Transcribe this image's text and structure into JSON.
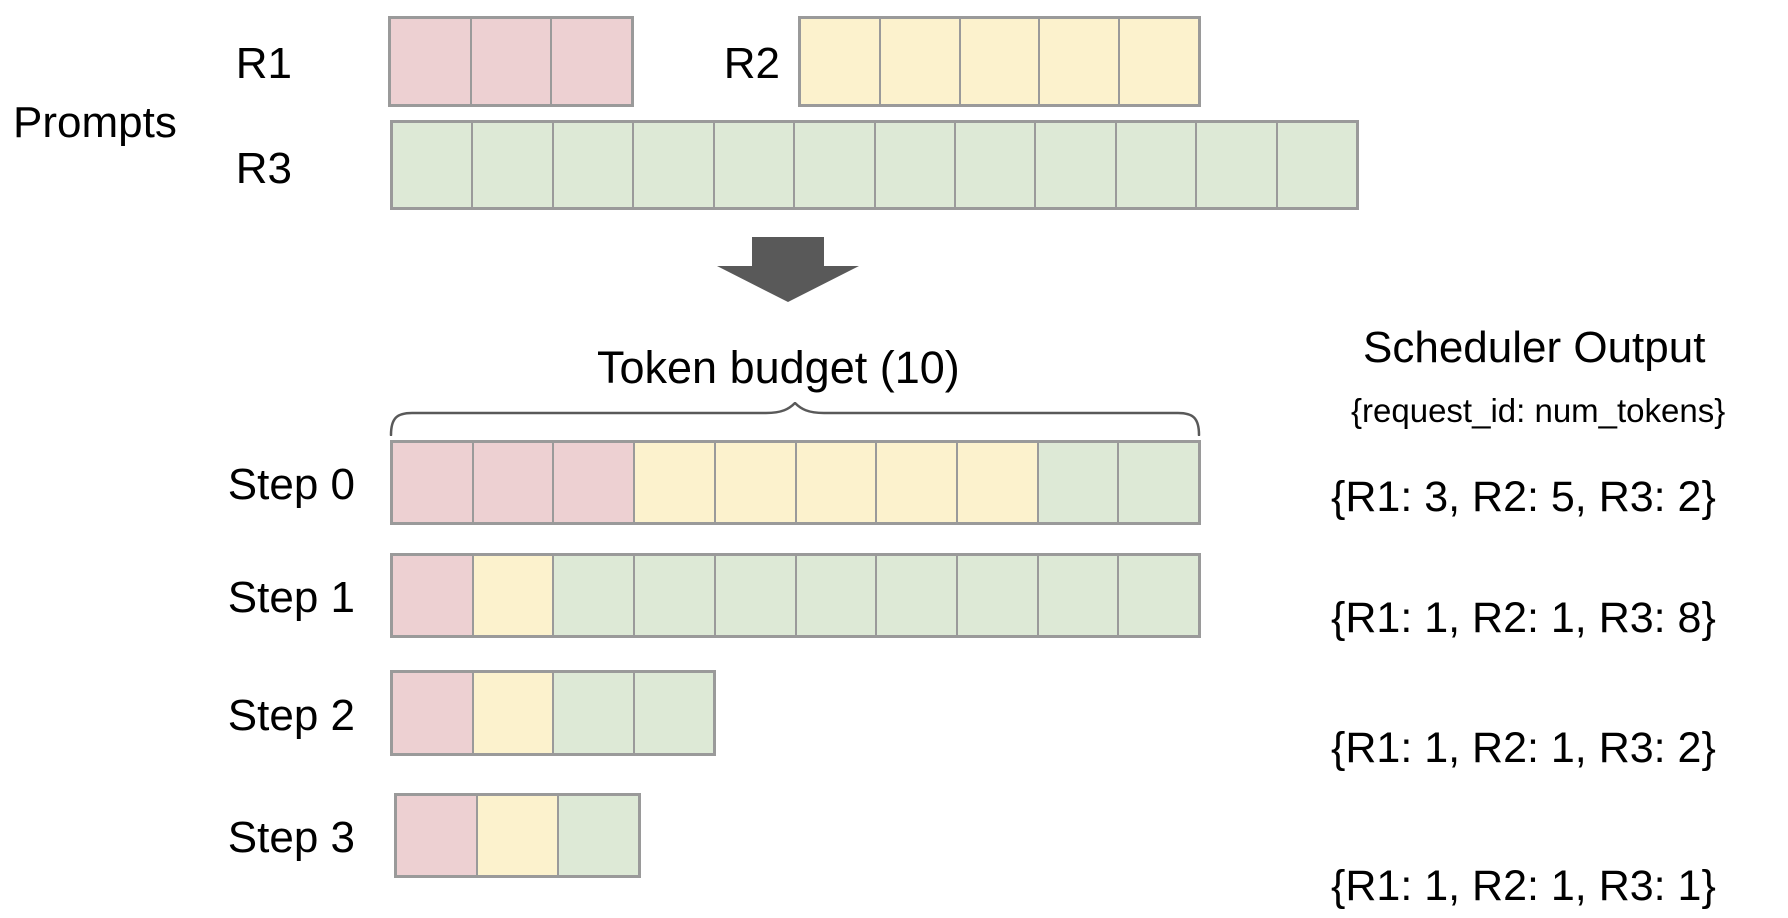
{
  "prompts": {
    "section_label": "Prompts",
    "rows": [
      {
        "id": "R1",
        "label": "R1",
        "segments": [
          {
            "request": "R1",
            "tokens": 3
          }
        ]
      },
      {
        "id": "R2",
        "label": "R2",
        "segments": [
          {
            "request": "R2",
            "tokens": 5
          }
        ]
      },
      {
        "id": "R3",
        "label": "R3",
        "segments": [
          {
            "request": "R3",
            "tokens": 12
          }
        ]
      }
    ]
  },
  "token_budget": {
    "label": "Token budget (10)",
    "value": 10
  },
  "scheduler": {
    "heading": "Scheduler Output",
    "subheading": "{request_id: num_tokens}"
  },
  "steps": [
    {
      "label": "Step 0",
      "segments": [
        {
          "request": "R1",
          "tokens": 3
        },
        {
          "request": "R2",
          "tokens": 5
        },
        {
          "request": "R3",
          "tokens": 2
        }
      ],
      "output": "{R1: 3, R2: 5, R3: 2}"
    },
    {
      "label": "Step 1",
      "segments": [
        {
          "request": "R1",
          "tokens": 1
        },
        {
          "request": "R2",
          "tokens": 1
        },
        {
          "request": "R3",
          "tokens": 8
        }
      ],
      "output": "{R1: 1, R2: 1, R3: 8}"
    },
    {
      "label": "Step 2",
      "segments": [
        {
          "request": "R1",
          "tokens": 1
        },
        {
          "request": "R2",
          "tokens": 1
        },
        {
          "request": "R3",
          "tokens": 2
        }
      ],
      "output": "{R1: 1, R2: 1, R3: 2}"
    },
    {
      "label": "Step 3",
      "segments": [
        {
          "request": "R1",
          "tokens": 1
        },
        {
          "request": "R2",
          "tokens": 1
        },
        {
          "request": "R3",
          "tokens": 1
        }
      ],
      "output": "{R1: 1, R2: 1, R3: 1}"
    }
  ],
  "icons": {
    "flow_arrow": "down-block-arrow-icon",
    "brace": "curly-brace-shape"
  },
  "colors": {
    "R1": "#edd0d2",
    "R2": "#fcf2cd",
    "R3": "#dde9d6",
    "cell_border": "#9a9a9a",
    "arrow": "#595959",
    "brace": "#595959",
    "text": "#000000"
  }
}
